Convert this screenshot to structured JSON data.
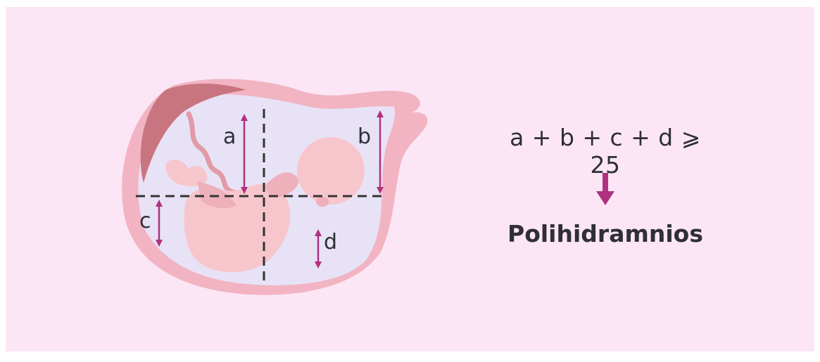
{
  "measurements": {
    "a": "a",
    "b": "b",
    "c": "c",
    "d": "d"
  },
  "formula": "a + b + c + d ⩾ 25",
  "result": "Polihidramnios",
  "colors": {
    "background": "#fce6f6",
    "uterus_wall": "#f2b4c2",
    "amniotic_fluid": "#e8e2f6",
    "placenta": "#c9757f",
    "fetus": "#f7c6cd",
    "arrow": "#b0317f",
    "dashed_line": "#333333",
    "text": "#2f2f35"
  },
  "icons": {
    "result_arrow": "arrow-down-icon"
  }
}
